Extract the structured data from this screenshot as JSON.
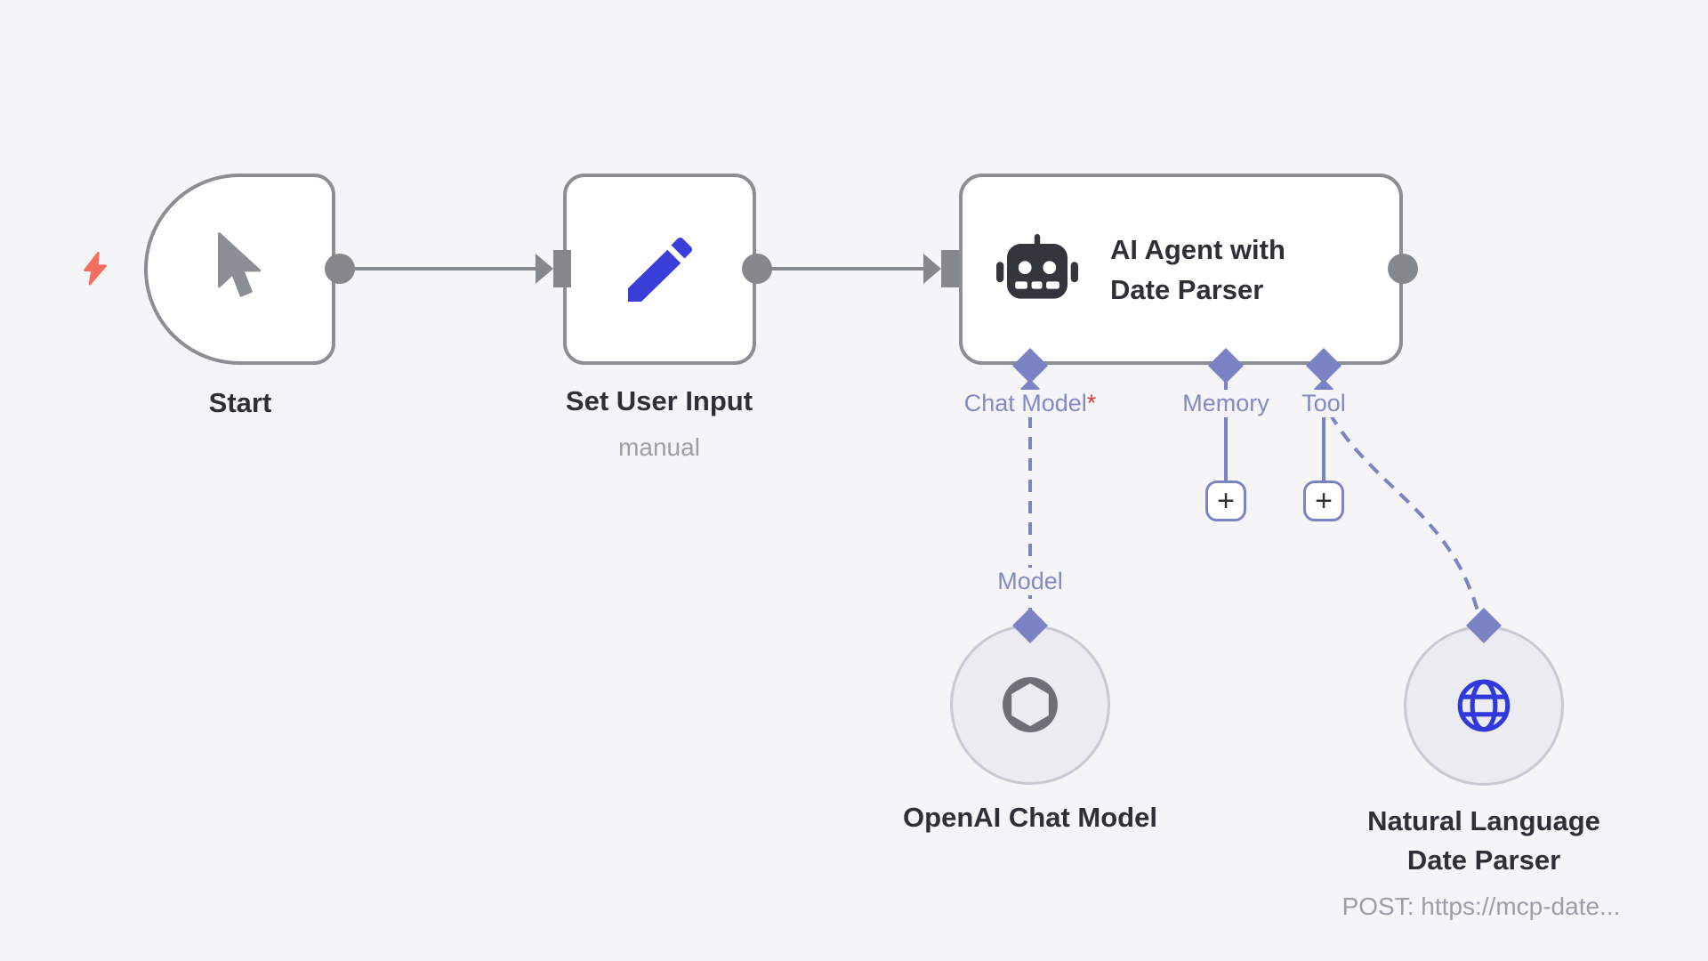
{
  "app": {
    "description": "workflow editor canvas",
    "canvas_background": "#f5f5f7"
  },
  "colors": {
    "node_border": "#8b8e93",
    "connector_gray": "#85888d",
    "port_purple": "#7b83c4",
    "port_label_purple": "#8289c5",
    "required_red": "#d43c3c",
    "pencil_blue": "#3a3ed8",
    "globe_blue": "#3138dc",
    "bolt_coral": "#f46f5d",
    "text_dark": "#2d3037",
    "text_muted": "#9b9fa7",
    "circle_node_fill": "#ebecf1",
    "circle_node_border": "#c7c9d3",
    "robot_dark": "#33373d",
    "openai_logo_gray": "#6d7076"
  },
  "icons": {
    "trigger": "lightning-bolt",
    "start_node": "mouse-cursor",
    "set_user_input_node": "pencil",
    "ai_agent_node": "robot",
    "openai_node": "openai-logo",
    "date_parser_node": "globe"
  },
  "nodes": {
    "start": {
      "label": "Start"
    },
    "set_user_input": {
      "label": "Set User Input",
      "subtitle": "manual"
    },
    "ai_agent": {
      "title": "AI Agent with Date Parser"
    },
    "openai_chat_model": {
      "label": "OpenAI Chat Model"
    },
    "date_parser": {
      "label": "Natural Language Date Parser",
      "subtitle": "POST: https://mcp-date..."
    }
  },
  "ports": {
    "chat_model": {
      "label": "Chat Model",
      "required": "*"
    },
    "memory": {
      "label": "Memory"
    },
    "tool": {
      "label": "Tool"
    },
    "model": {
      "label": "Model"
    }
  },
  "buttons": {
    "add_memory": "+",
    "add_tool": "+"
  }
}
